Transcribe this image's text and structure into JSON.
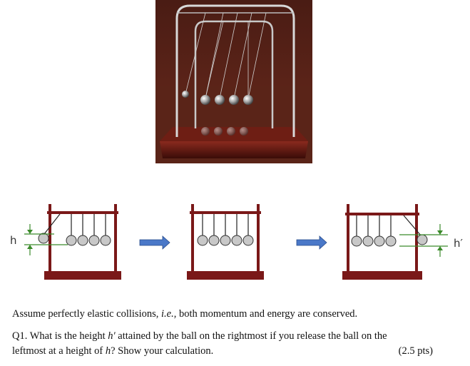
{
  "labels": {
    "h_left": "h",
    "h_right": "h′"
  },
  "text": {
    "p1_before": "Assume perfectly elastic collisions, ",
    "p1_ie": "i.e.",
    "p1_after": ", both momentum and energy are conserved.",
    "q1_part1": "Q1. What is the height ",
    "q1_hprime": "h′",
    "q1_part2": " attained by the ball on the rightmost if you release the ball on the",
    "q1_part3": "leftmost at a height of ",
    "q1_h": "h",
    "q1_part4": "? Show your calculation.",
    "points": "(2.5 pts)"
  },
  "colors": {
    "frame": "#7a1818",
    "arrow": "#4a78c8",
    "measure": "#3a8a2a"
  }
}
